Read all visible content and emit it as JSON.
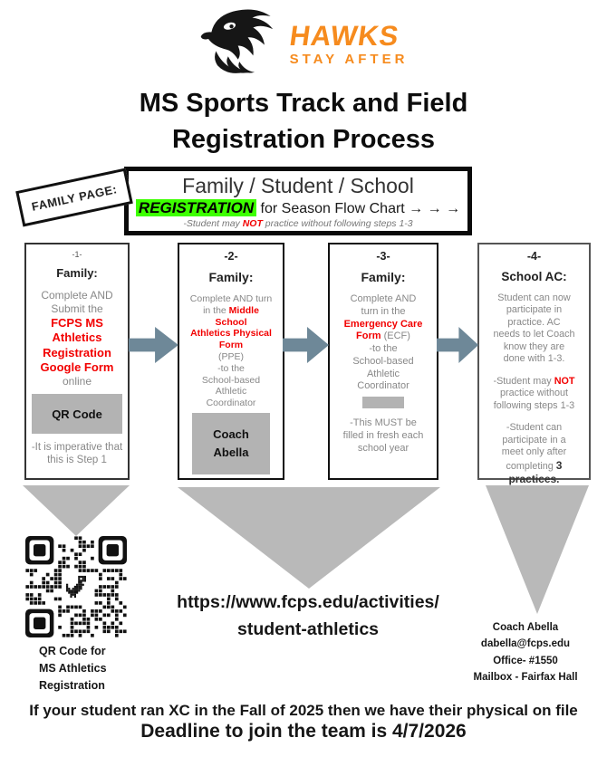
{
  "colors": {
    "accent_orange": "#F68B1E",
    "alert_red": "#F20000",
    "highlight_green": "#3DFF00",
    "arrow_slate": "#6E8898",
    "shadow_gray": "#B9B9B9"
  },
  "logo": {
    "brand_line1": "HAWKS",
    "brand_line2": "STAY AFTER"
  },
  "title": {
    "line1": "MS Sports Track and Field",
    "line2": "Registration Process"
  },
  "stamp": {
    "label": "FAMILY PAGE:"
  },
  "header_box": {
    "line1": "Family / Student / School",
    "highlight": "REGISTRATION",
    "line2_rest": " for Season Flow Chart → → →",
    "note_prefix": "-Student may ",
    "note_not": "NOT",
    "note_suffix": " practice without following steps 1-3"
  },
  "steps": [
    {
      "num": "-1-",
      "header": "Family:",
      "body1": "Complete AND\nSubmit the",
      "red1": "FCPS MS\nAthletics\nRegistration\nGoogle Form",
      "body2": "online",
      "chip": "QR Code",
      "footer": "-It is imperative that\nthis is  Step 1"
    },
    {
      "num": "-2-",
      "header": "Family:",
      "body1": "Complete AND turn\nin the  ",
      "red1": "Middle\nSchool\nAthletics Physical\nForm",
      "body2": "\n(PPE)\n-to the\nSchool-based\nAthletic\nCoordinator",
      "chip": "Coach\nAbella"
    },
    {
      "num": "-3-",
      "header": "Family:",
      "body1": "Complete AND\nturn in the\n",
      "red1": "Emergency Care\nForm",
      "after1": " (ECF)",
      "body2": "\n-to the\nSchool-based\nAthletic\nCoordinator",
      "footer": "-This MUST be\nfilled in fresh each\nschool year"
    },
    {
      "num": "-4-",
      "header": "School AC:",
      "para1": "Student can now\nparticipate in\npractice.  AC\nneeds to let Coach\nknow they are\ndone with 1-3.",
      "para2_pre": "-Student may ",
      "para2_not": "NOT",
      "para2_post": "\npractice without\nfollowing steps 1-3",
      "para3_pre": "-Student can\nparticipate in a\nmeet only after\ncompleting ",
      "para3_bold": "3\npractices."
    }
  ],
  "qr": {
    "caption": "QR Code for\nMS Athletics\nRegistration"
  },
  "url_text": "https://www.fcps.edu/activities/\nstudent-athletics",
  "coach_info": "Coach Abella\ndabella@fcps.edu\nOffice- #1550\nMailbox - Fairfax Hall",
  "bottom": {
    "line1": "If your student ran XC in the Fall of 2025 then we have their physical on file",
    "line2": "Deadline to join the team is 4/7/2026"
  }
}
